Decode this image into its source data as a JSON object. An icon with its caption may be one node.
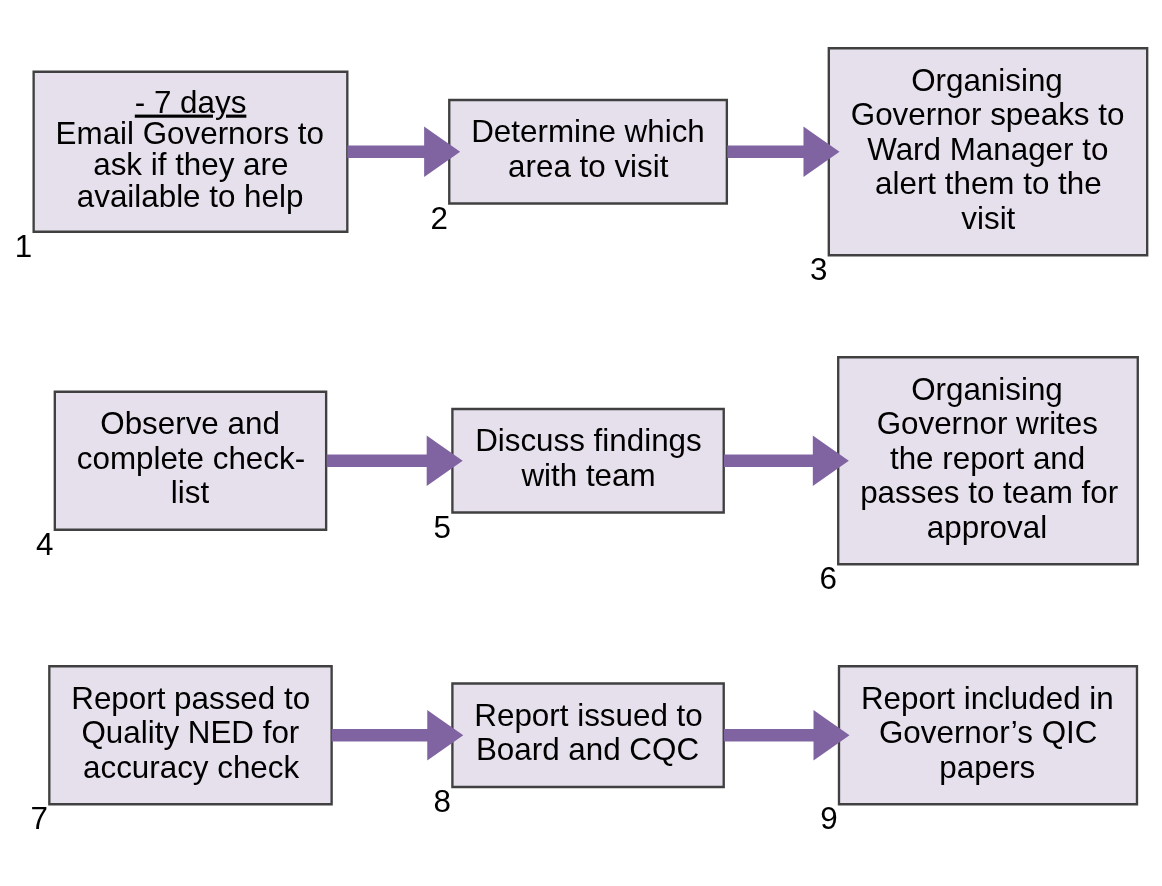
{
  "diagram": {
    "nodes": [
      {
        "text": [
          "- 7 days",
          "Email Governors to ask if they are available to help"
        ],
        "beside": [
          "1"
        ]
      },
      {
        "text": [
          "Determine which area to visit"
        ],
        "beside": [
          "2"
        ]
      },
      {
        "text": [
          "Organising Governor speaks to Ward Manager to alert them to the visit"
        ],
        "beside": [
          "3"
        ]
      },
      {
        "text": [
          "Observe and complete check-list"
        ],
        "beside": [
          "4"
        ]
      },
      {
        "text": [
          "Discuss findings with team"
        ],
        "beside": [
          "5"
        ]
      },
      {
        "text": [
          "Organising Governor writes the report and passes to team for approval"
        ],
        "beside": [
          "6"
        ]
      },
      {
        "text": [
          "Report passed to Quality NED for accuracy check"
        ],
        "beside": [
          "7"
        ]
      },
      {
        "text": [
          "Report issued to Board and CQC"
        ],
        "beside": [
          "8"
        ]
      },
      {
        "text": [
          "Report included in Governor’s QIC papers"
        ],
        "beside": [
          "9"
        ]
      }
    ],
    "edges": [
      {
        "from": 0,
        "to": 1,
        "arrow": "to"
      },
      {
        "from": 1,
        "to": 2,
        "arrow": "to"
      },
      {
        "from": 3,
        "to": 4,
        "arrow": "to"
      },
      {
        "from": 4,
        "to": 5,
        "arrow": "to"
      },
      {
        "from": 6,
        "to": 7,
        "arrow": "to"
      },
      {
        "from": 7,
        "to": 8,
        "arrow": "to"
      }
    ]
  }
}
